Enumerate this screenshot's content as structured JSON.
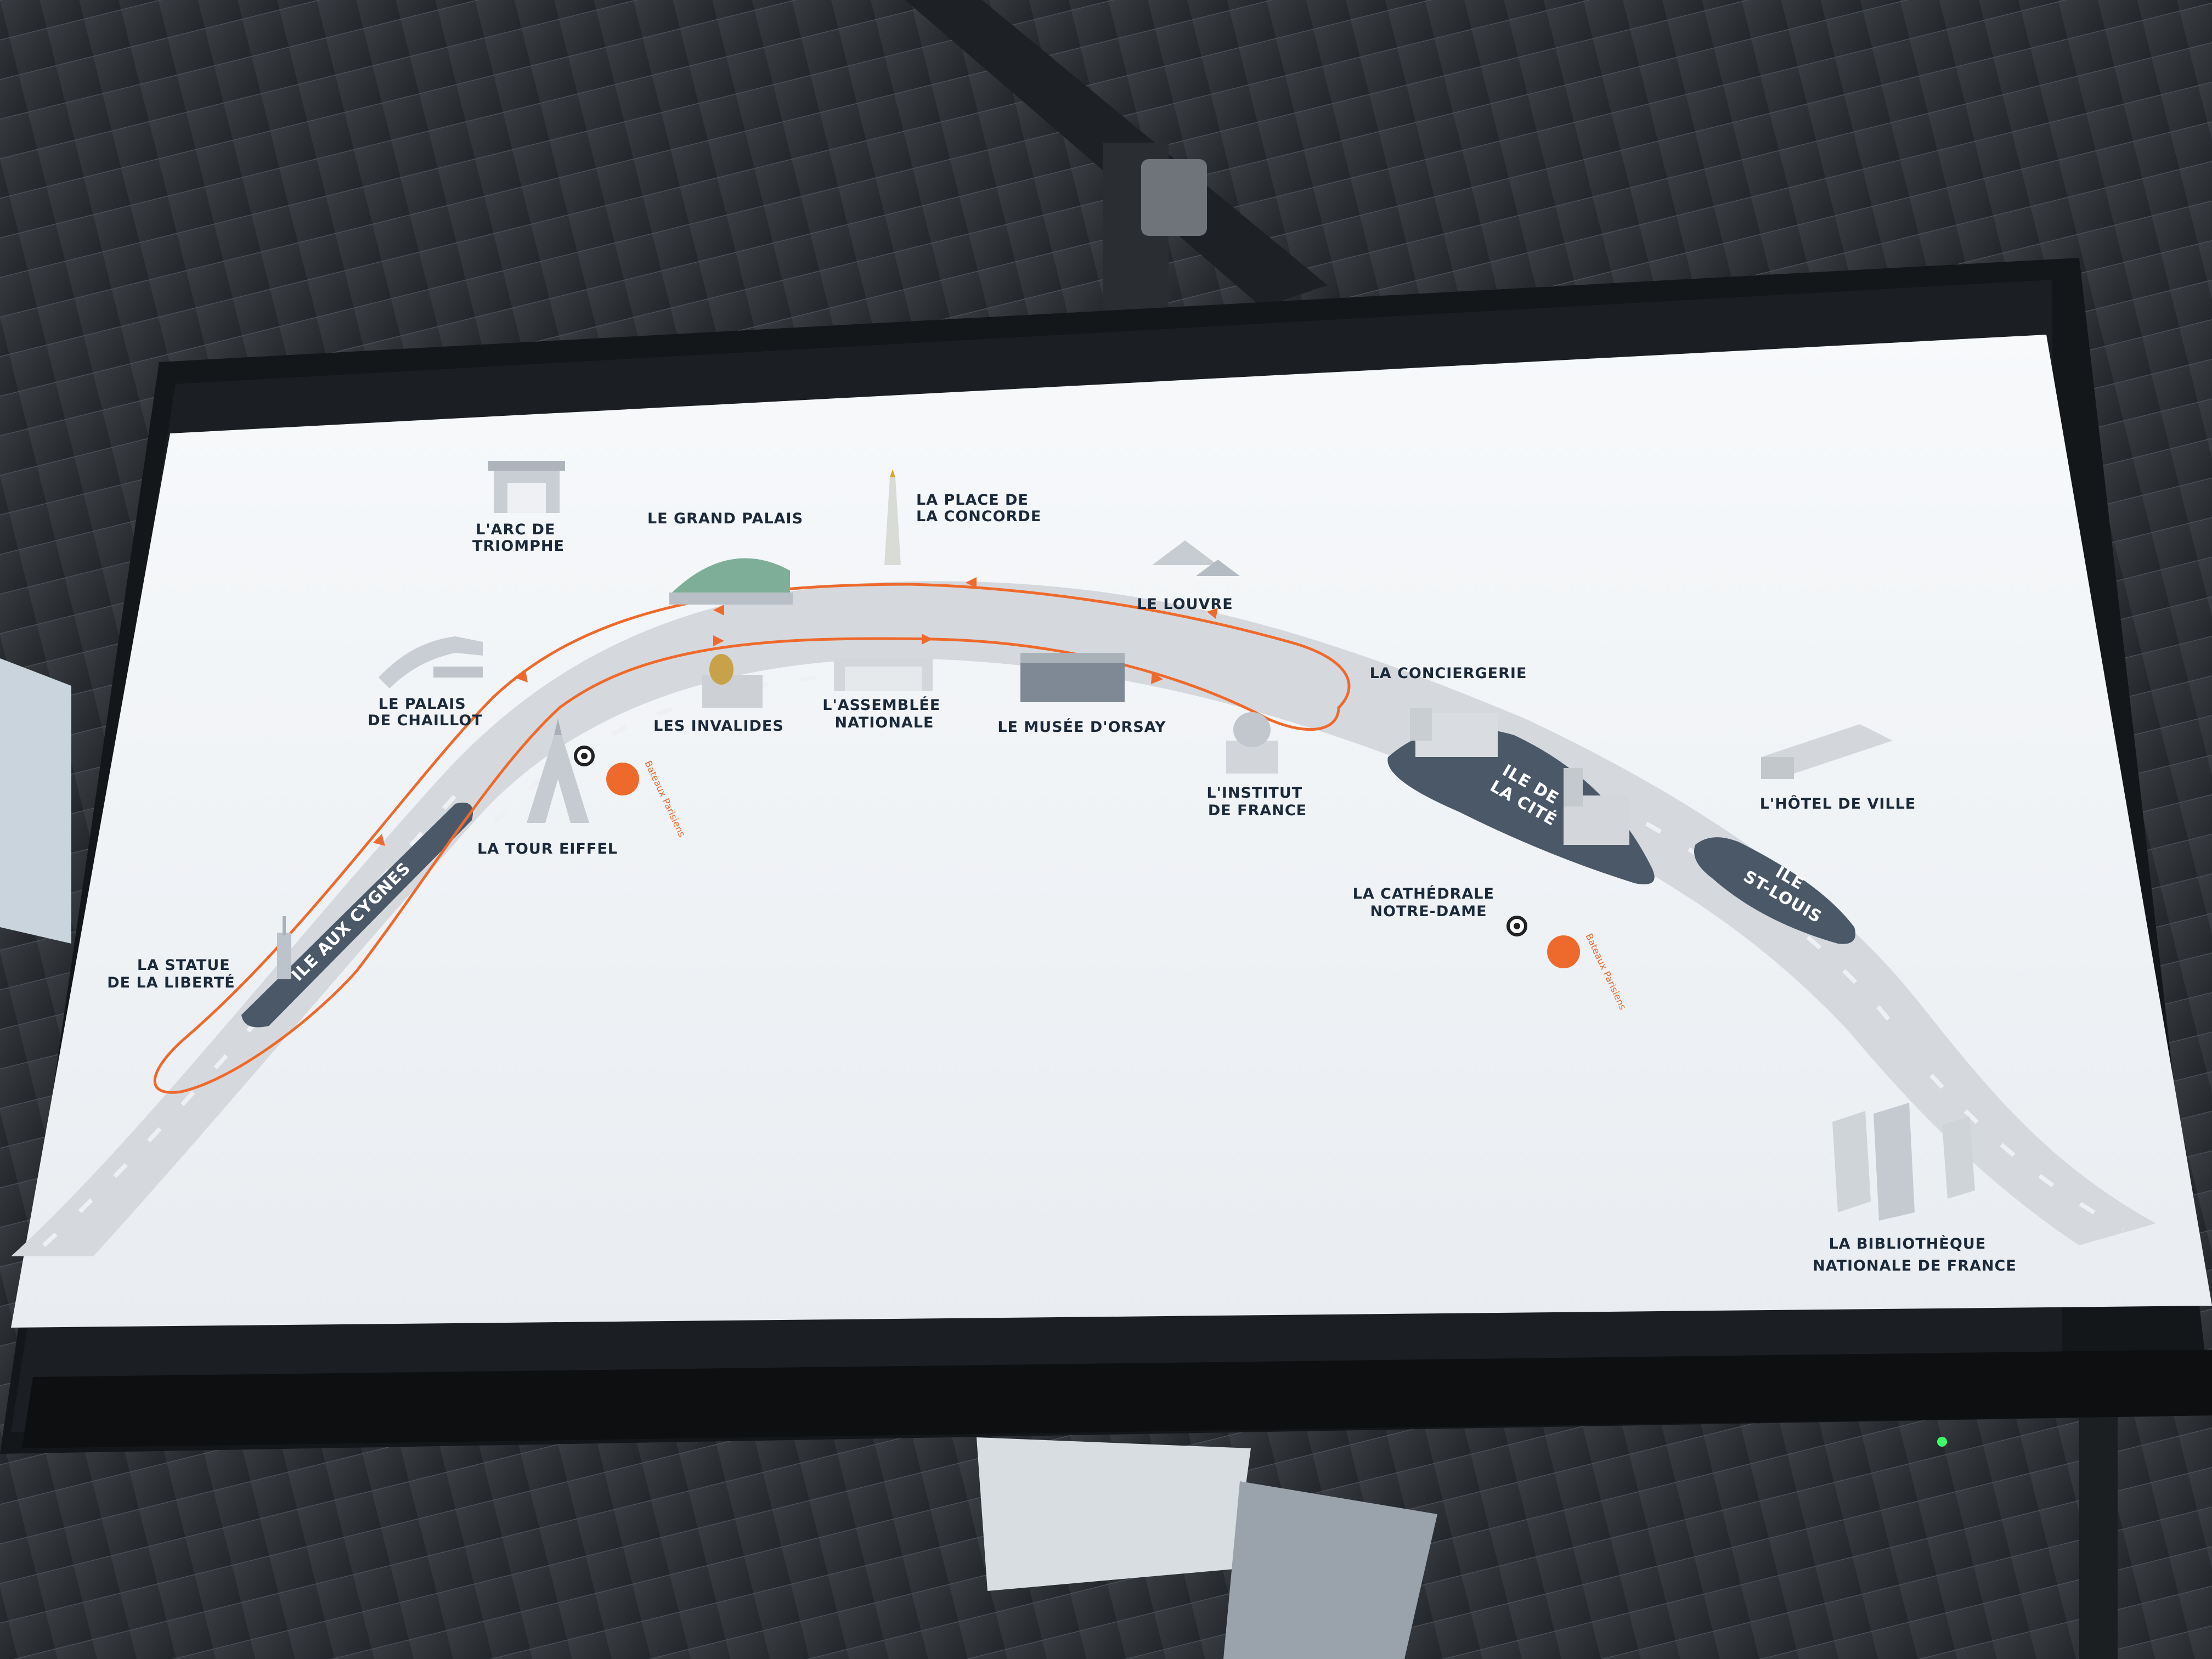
{
  "landmarks": [
    {
      "id": "arc",
      "lines": [
        "L'ARC DE",
        "TRIOMPHE"
      ]
    },
    {
      "id": "grand-palais",
      "lines": [
        "LE GRAND PALAIS"
      ]
    },
    {
      "id": "concorde",
      "lines": [
        "LA PLACE DE",
        "LA CONCORDE"
      ]
    },
    {
      "id": "louvre",
      "lines": [
        "LE LOUVRE"
      ]
    },
    {
      "id": "chaillot",
      "lines": [
        "LE PALAIS",
        "DE CHAILLOT"
      ]
    },
    {
      "id": "invalides",
      "lines": [
        "LES INVALIDES"
      ]
    },
    {
      "id": "assemblee",
      "lines": [
        "L'ASSEMBLÉE",
        "NATIONALE"
      ]
    },
    {
      "id": "orsay",
      "lines": [
        "LE MUSÉE D'ORSAY"
      ]
    },
    {
      "id": "conciergerie",
      "lines": [
        "LA CONCIERGERIE"
      ]
    },
    {
      "id": "institut",
      "lines": [
        "L'INSTITUT",
        "DE FRANCE"
      ]
    },
    {
      "id": "hotel-de-ville",
      "lines": [
        "L'HÔTEL DE VILLE"
      ]
    },
    {
      "id": "tour-eiffel",
      "lines": [
        "LA TOUR EIFFEL"
      ]
    },
    {
      "id": "statue",
      "lines": [
        "LA STATUE",
        "DE LA LIBERTÉ"
      ]
    },
    {
      "id": "notre-dame",
      "lines": [
        "LA CATHÉDRALE",
        "NOTRE-DAME"
      ]
    },
    {
      "id": "bnf",
      "lines": [
        "LA BIBLIOTHÈQUE",
        "NATIONALE DE FRANCE"
      ]
    }
  ],
  "islands": [
    {
      "id": "cygnes",
      "lines": [
        "ILE AUX CYGNES"
      ]
    },
    {
      "id": "cite",
      "lines": [
        "ILE DE",
        "LA CITÉ"
      ]
    },
    {
      "id": "st-louis",
      "lines": [
        "ILE",
        "ST-LOUIS"
      ]
    }
  ],
  "piers": [
    {
      "id": "eiffel-pier",
      "brand": "Bateaux Parisiens"
    },
    {
      "id": "notre-dame-pier",
      "brand": "Bateaux Parisiens"
    }
  ],
  "colors": {
    "route": "#ee6a2c",
    "river": "#d9dde2",
    "island": "#4a5868",
    "screen": "#f3f5f8",
    "label": "#1b2a3a"
  }
}
